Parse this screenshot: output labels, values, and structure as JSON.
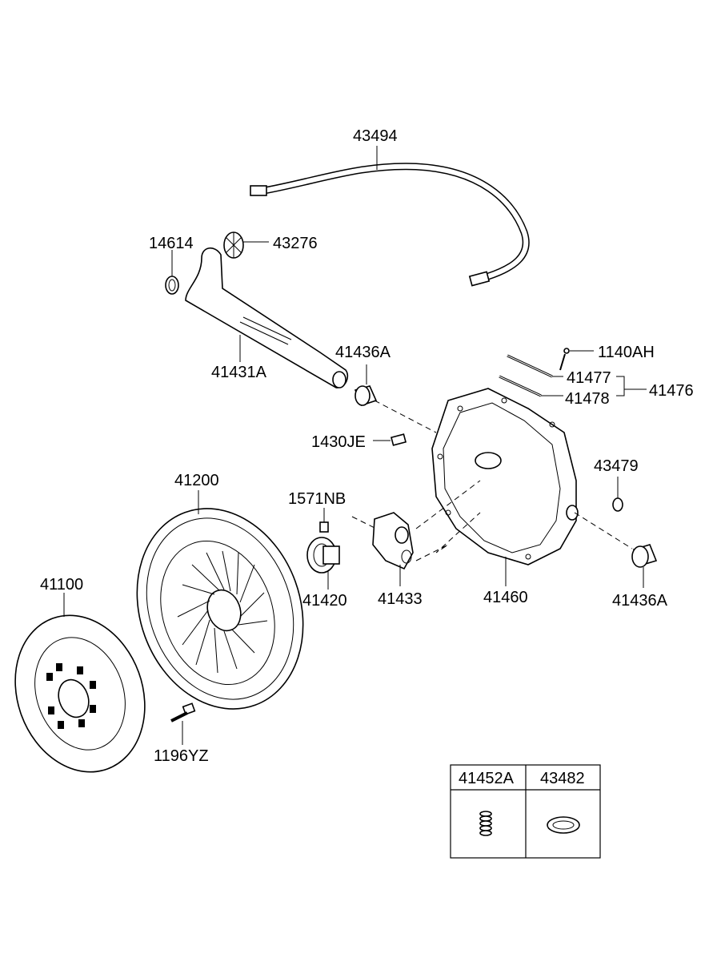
{
  "callouts": {
    "p43494": "43494",
    "p14614": "14614",
    "p43276": "43276",
    "p41431A": "41431A",
    "p41436A_top": "41436A",
    "p1140AH": "1140AH",
    "p41477": "41477",
    "p41478": "41478",
    "p41476": "41476",
    "p1430JE": "1430JE",
    "p41200": "41200",
    "p1571NB": "1571NB",
    "p43479": "43479",
    "p41100": "41100",
    "p41420": "41420",
    "p41433": "41433",
    "p41460": "41460",
    "p41436A_bottom": "41436A",
    "p1196YZ": "1196YZ"
  },
  "legend_box": {
    "left_header": "41452A",
    "right_header": "43482"
  }
}
